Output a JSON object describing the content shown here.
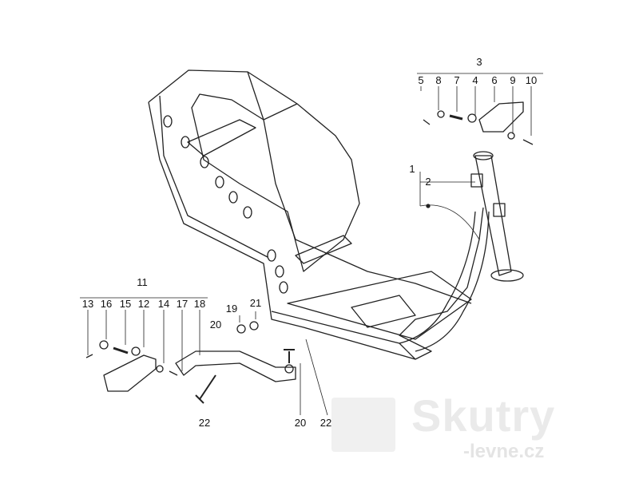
{
  "diagram": {
    "group_top": {
      "parent": "3",
      "items": [
        "5",
        "8",
        "7",
        "4",
        "6",
        "9",
        "10"
      ]
    },
    "group_frame": {
      "parent": "1",
      "item": "2"
    },
    "group_left": {
      "parent": "11",
      "items": [
        "13",
        "16",
        "15",
        "12",
        "14",
        "17",
        "18"
      ]
    },
    "stand_labels": {
      "a": "19",
      "b": "21",
      "c": "20"
    },
    "bottom_labels": [
      "22",
      "20",
      "22"
    ]
  },
  "watermark": {
    "main": "Skutry",
    "sub": "-levne.cz"
  }
}
